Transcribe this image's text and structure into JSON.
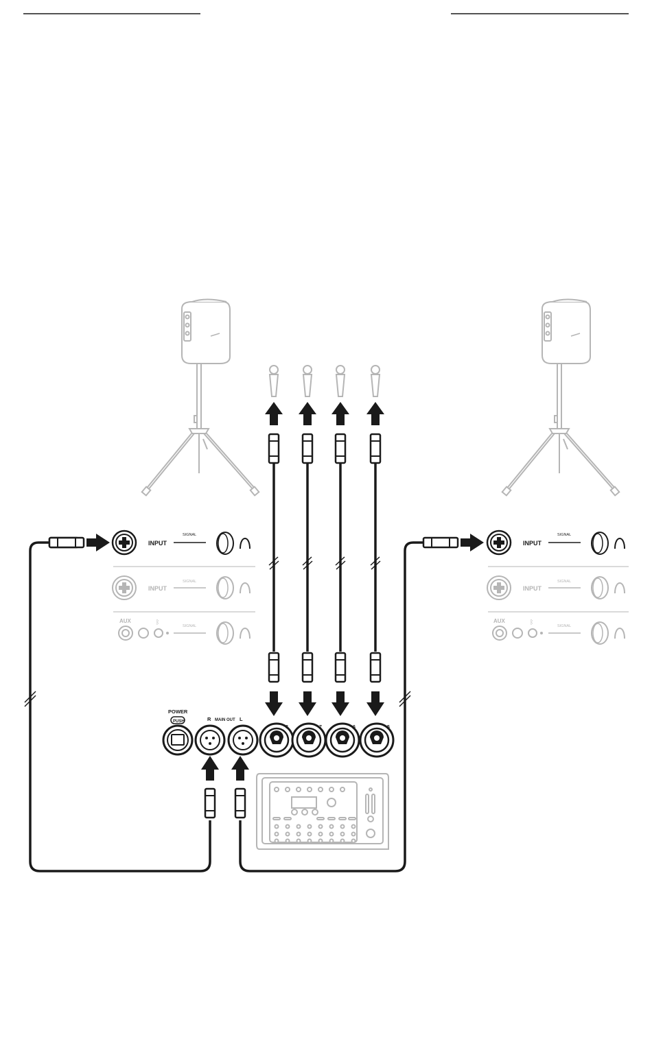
{
  "panels": {
    "left": {
      "row1": {
        "input_label": "INPUT",
        "signal_label": "SIGNAL"
      },
      "row2": {
        "input_label": "INPUT",
        "signal_label": "SIGNAL"
      },
      "row3": {
        "aux_label": "AUX",
        "signal_label": "SIGNAL"
      }
    },
    "right": {
      "row1": {
        "input_label": "INPUT",
        "signal_label": "SIGNAL"
      },
      "row2": {
        "input_label": "INPUT",
        "signal_label": "SIGNAL"
      },
      "row3": {
        "aux_label": "AUX",
        "signal_label": "SIGNAL"
      }
    }
  },
  "mixer": {
    "power_label": "POWER",
    "push_label": "PUSH",
    "main_out_label": "MAIN OUT",
    "r_label": "R",
    "l_label": "L",
    "channels": [
      "8",
      "7",
      "6",
      "5"
    ]
  },
  "colors": {
    "line": "#1a1a1a",
    "faded": "#b5b5b5"
  }
}
